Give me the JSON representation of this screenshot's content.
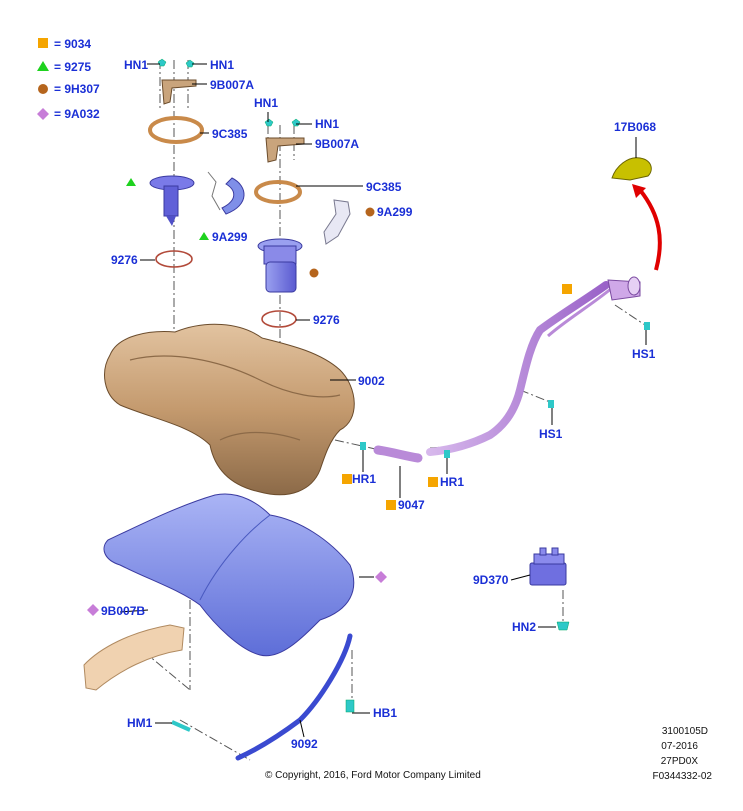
{
  "legend": {
    "items": [
      {
        "symbol": "square",
        "color": "#f5a500",
        "text": "= 9034"
      },
      {
        "symbol": "triangle",
        "color": "#1ed21e",
        "text": "= 9275"
      },
      {
        "symbol": "circle",
        "color": "#b5651d",
        "text": "= 9H307"
      },
      {
        "symbol": "diamond",
        "color": "#c77dd8",
        "text": "= 9A032"
      }
    ]
  },
  "parts": {
    "hn1_a": "HN1",
    "hn1_b": "HN1",
    "b007a_1": "9B007A",
    "c385_1": "9C385",
    "hn1_c": "HN1",
    "hn1_d": "HN1",
    "b007a_2": "9B007A",
    "c385_2": "9C385",
    "a299_1": "9A299",
    "a299_2": "9A299",
    "p9276_1": "9276",
    "p9276_2": "9276",
    "p9002": "9002",
    "p17b068": "17B068",
    "hs1_a": "HS1",
    "hs1_b": "HS1",
    "hr1_a": "HR1",
    "hr1_b": "HR1",
    "p9047": "9047",
    "p9d370": "9D370",
    "hn2": "HN2",
    "b007b": "9B007B",
    "hm1": "HM1",
    "hb1": "HB1",
    "p9092": "9092"
  },
  "footer": {
    "copyright": "© Copyright, 2016, Ford Motor Company Limited",
    "code1": "3100105D",
    "date": "07-2016",
    "code2": "27PD0X",
    "code3": "F0344332-02"
  },
  "colors": {
    "label": "#1a2fd6",
    "tank": "#c9a47c",
    "shield": "#7f8fe8",
    "pipe": "#b98ad8",
    "arrow": "#e00000",
    "cap": "#c8c000",
    "gasket": "#c98a4a",
    "pump": "#6f6fe0"
  },
  "icons": [
    "clip-icon",
    "screw-icon",
    "arrow-icon"
  ]
}
